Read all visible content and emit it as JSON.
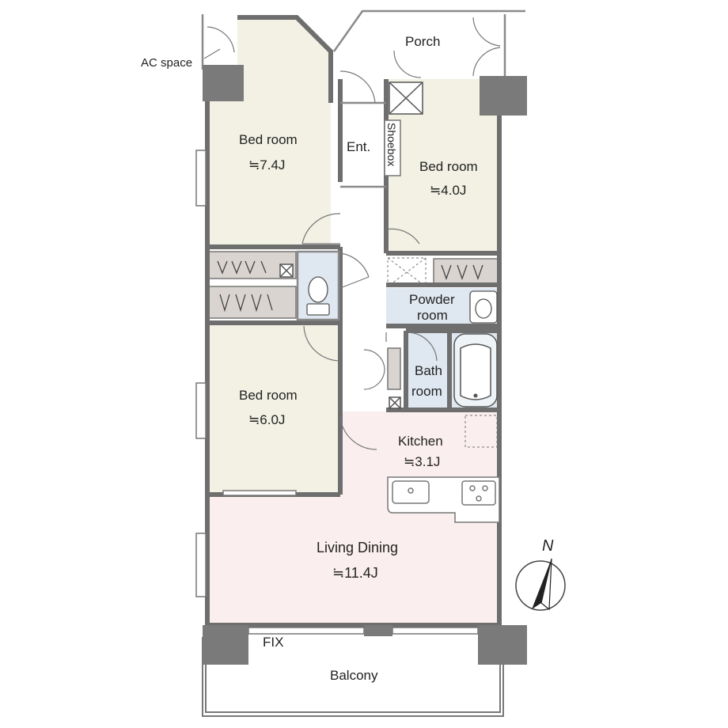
{
  "labels": {
    "ac_space": "AC space",
    "porch": "Porch",
    "entrance": "Ent.",
    "shoebox": "Shoebox",
    "bedroom_nw": {
      "name": "Bed room",
      "size": "≒7.4J"
    },
    "bedroom_ne": {
      "name": "Bed room",
      "size": "≒4.0J"
    },
    "bedroom_w": {
      "name": "Bed room",
      "size": "≒6.0J"
    },
    "powder_room": {
      "line1": "Powder",
      "line2": "room"
    },
    "bath_room": {
      "line1": "Bath",
      "line2": "room"
    },
    "kitchen": {
      "name": "Kitchen",
      "size": "≒3.1J"
    },
    "living_dining": {
      "name": "Living Dining",
      "size": "≒11.4J"
    },
    "fix": "FIX",
    "balcony": "Balcony",
    "north": "N"
  },
  "colors": {
    "bedroom_fill": "#f2f1e4",
    "wet_area_fill": "#dfe8f0",
    "living_fill": "#fbeeee",
    "closet_fill": "#d9d4cf",
    "wall": "#6e6e6e",
    "column": "#7a7a7a"
  }
}
